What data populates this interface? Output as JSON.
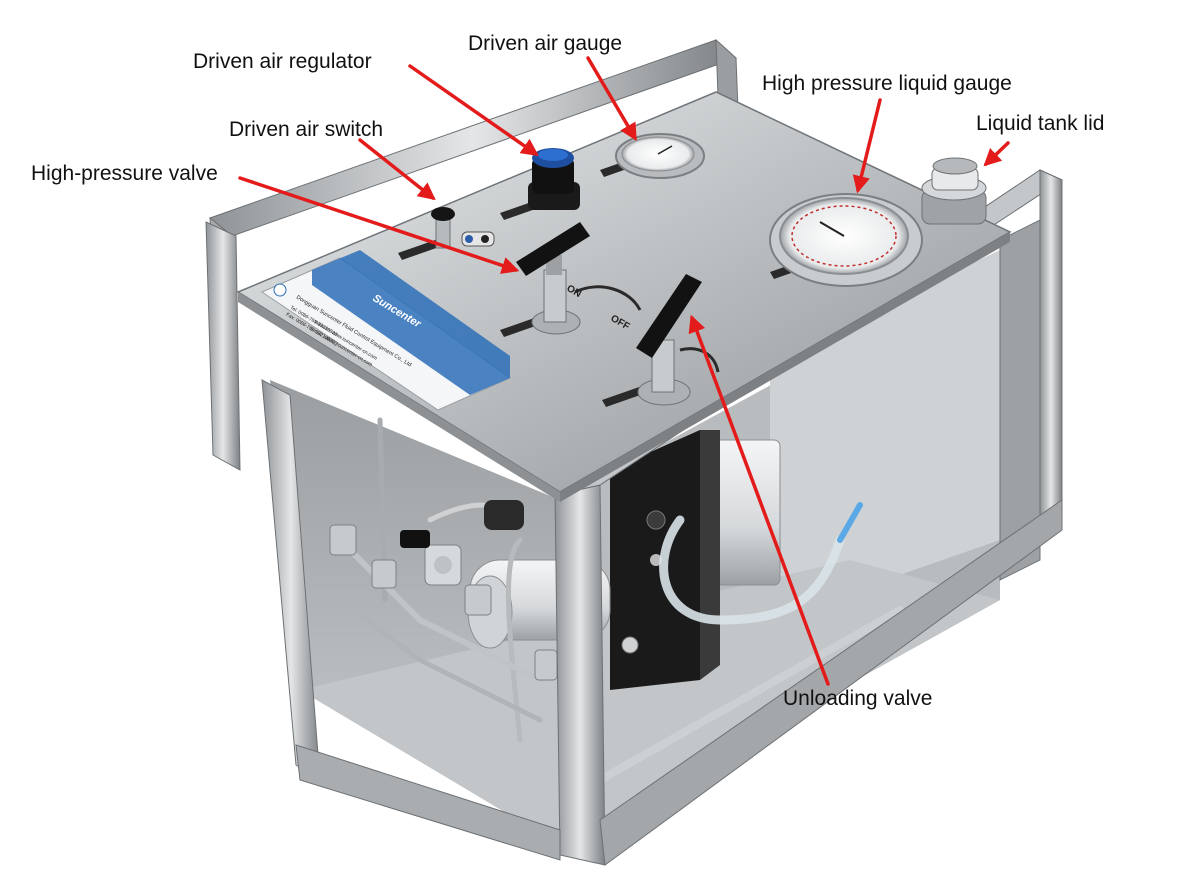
{
  "colors": {
    "arrow": "#e31b1b",
    "steel_light": "#d7d9da",
    "steel_mid": "#a9adb0",
    "steel_dark": "#6f7376",
    "plate_blue": "#2d6fb8",
    "handle_black": "#111111",
    "background": "#ffffff"
  },
  "callouts": {
    "driven_air_regulator": "Driven air regulator",
    "driven_air_gauge": "Driven air gauge",
    "high_pressure_liquid_gauge": "High pressure liquid gauge",
    "liquid_tank_lid": "Liquid tank lid",
    "driven_air_switch": "Driven air switch",
    "high_pressure_valve": "High-pressure valve",
    "unloading_valve": "Unloading valve"
  },
  "valve_dial": {
    "on": "ON",
    "off": "OFF"
  },
  "nameplate": {
    "brand": "Suncenter",
    "company": "Dongguan Suncenter Fluid Control Equipment Co., Ltd",
    "website": "Website: www.suncenter-cn.com",
    "email": "Email: sales@suncenter-cn.com",
    "tel": "Tel: 0086-769-33210833",
    "fax": "Fax: 0086-769-33210833"
  }
}
